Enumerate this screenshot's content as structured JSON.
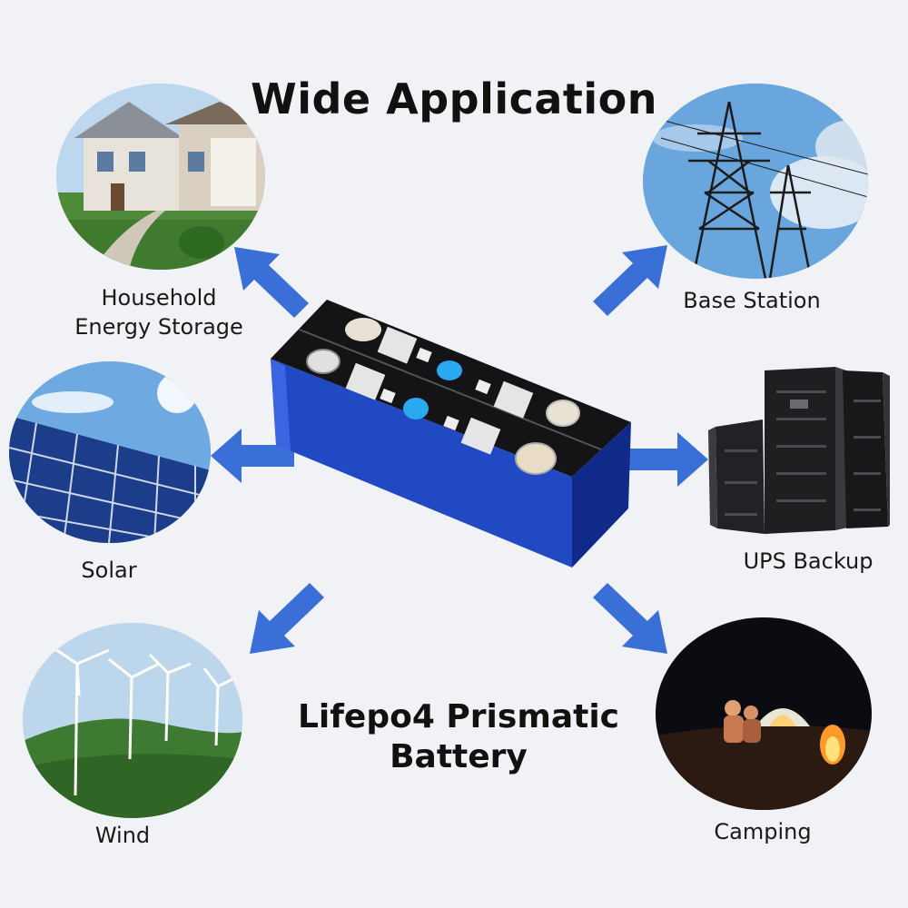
{
  "title": "Wide Application",
  "subtitle_line1": "Lifepo4 Prismatic",
  "subtitle_line2": "Battery",
  "applications": {
    "household": {
      "line1": "Household",
      "line2": "Energy Storage"
    },
    "base_station": {
      "label": "Base Station"
    },
    "solar": {
      "label": "Solar"
    },
    "ups": {
      "label": "UPS Backup"
    },
    "wind": {
      "label": "Wind"
    },
    "camping": {
      "label": "Camping"
    }
  },
  "colors": {
    "arrow": "#3b6fd8",
    "battery_blue": "#1f3fbf",
    "background": "#f1f2f6"
  }
}
